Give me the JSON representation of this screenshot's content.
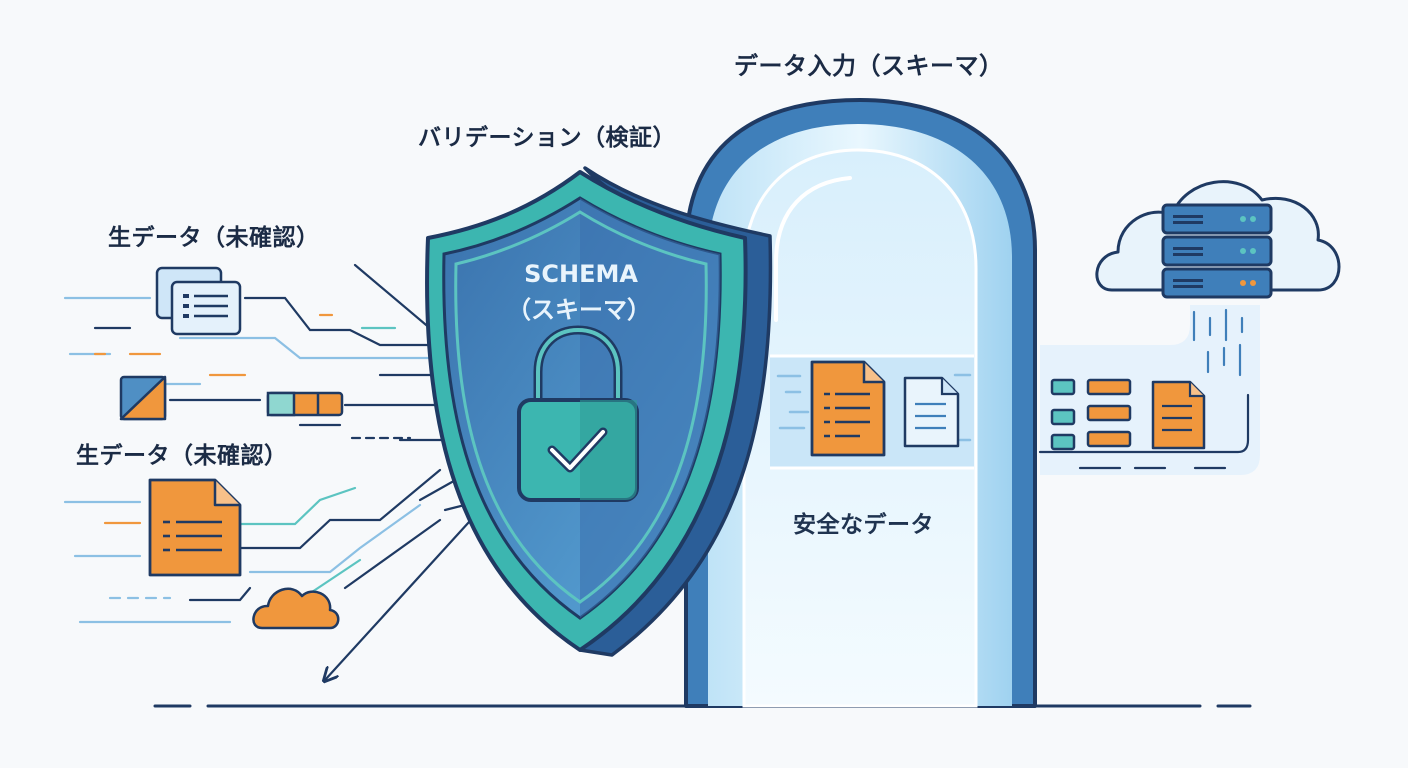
{
  "labels": {
    "data_input": "データ入力（スキーマ）",
    "validation": "バリデーション（検証）",
    "raw_data_top": "生データ（未確認）",
    "raw_data_bottom": "生データ（未確認）",
    "schema_line1": "SCHEMA",
    "schema_line2": "（スキーマ）",
    "safe_data": "安全なデータ"
  },
  "colors": {
    "navy": "#1f3a63",
    "shield_blue": "#3f7fba",
    "shield_teal": "#3cb6b0",
    "orange": "#f0973d",
    "teal_light": "#5cc4c1",
    "gate_blue": "#cfe8fa",
    "cloud_fill": "#e8f3fb"
  },
  "icons": [
    "document-icon",
    "cube-icon",
    "data-bar-icon",
    "cloud-icon",
    "shield-icon",
    "padlock-icon",
    "checkmark-icon",
    "server-icon"
  ]
}
